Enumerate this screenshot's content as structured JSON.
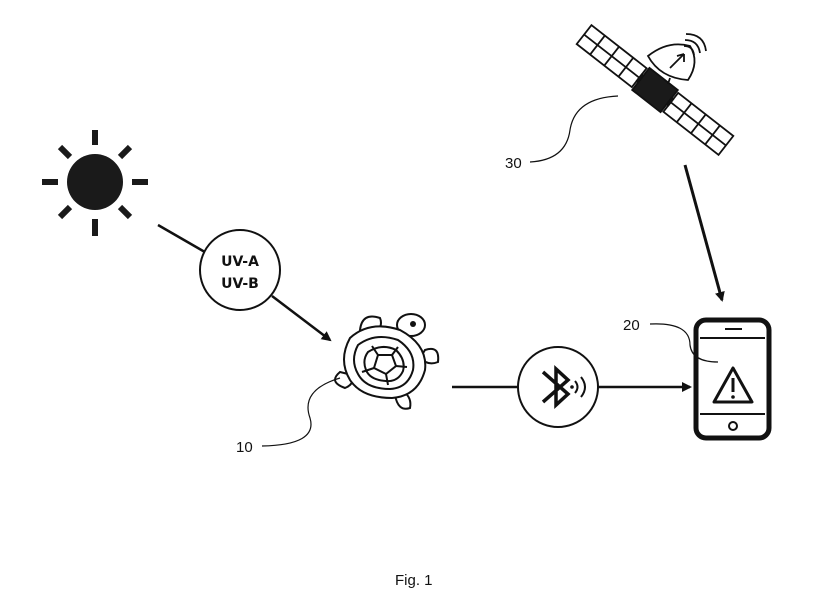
{
  "figure": {
    "caption": "Fig. 1",
    "uv_labels": [
      "UV-A",
      "UV-B"
    ],
    "refs": {
      "device": "10",
      "phone": "20",
      "satellite": "30"
    },
    "colors": {
      "ink": "#111111",
      "paper": "#ffffff"
    },
    "icons": [
      "sun-icon",
      "turtle-device-icon",
      "bluetooth-icon",
      "smartphone-icon",
      "warning-icon",
      "satellite-icon"
    ]
  }
}
